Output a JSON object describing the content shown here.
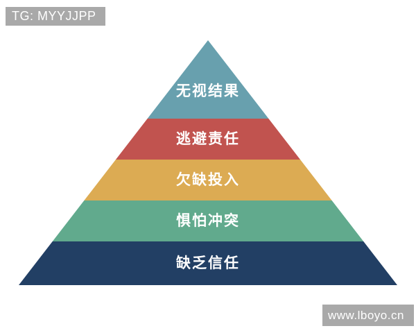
{
  "watermarks": {
    "top_left_text": "TG: MYYJJPP",
    "bottom_right_text": "www.lboyo.cn",
    "background_color": "#a9a9a9",
    "text_color": "#ffffff"
  },
  "pyramid": {
    "label_color": "#ffffff",
    "levels": [
      {
        "label": "无视结果",
        "color": "#68a0ae"
      },
      {
        "label": "逃避责任",
        "color": "#c1534f"
      },
      {
        "label": "欠缺投入",
        "color": "#dcab53"
      },
      {
        "label": "惧怕冲突",
        "color": "#61aa8d"
      },
      {
        "label": "缺乏信任",
        "color": "#223f64"
      }
    ]
  }
}
